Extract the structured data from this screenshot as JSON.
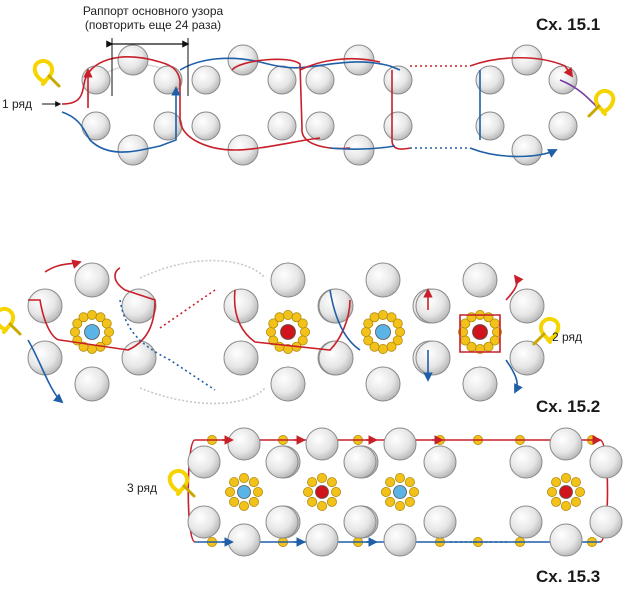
{
  "header": {
    "line1": "Раппорт основного узора",
    "line2": "(повторить еще 24 раза)"
  },
  "schemes": [
    {
      "title": "Сх. 15.1",
      "row_label": "1 ряд"
    },
    {
      "title": "Сх. 15.2",
      "row_label": "2 ряд"
    },
    {
      "title": "Сх. 15.3",
      "row_label": "3 ряд"
    }
  ],
  "colors": {
    "bead_fill": "#e6e6e6",
    "bead_stroke": "#8a8a8a",
    "thread_red": "#c8202a",
    "thread_blue": "#1f5fa8",
    "seed_yellow": "#f2c21a",
    "seed_stroke": "#b08a0a",
    "center_red": "#d0141c",
    "center_blue": "#5ab4e6",
    "needle_yellow": "#f5d400",
    "ghost_line": "#c8c8c8"
  },
  "icons": [
    "needle-icon",
    "arrow-icon"
  ]
}
